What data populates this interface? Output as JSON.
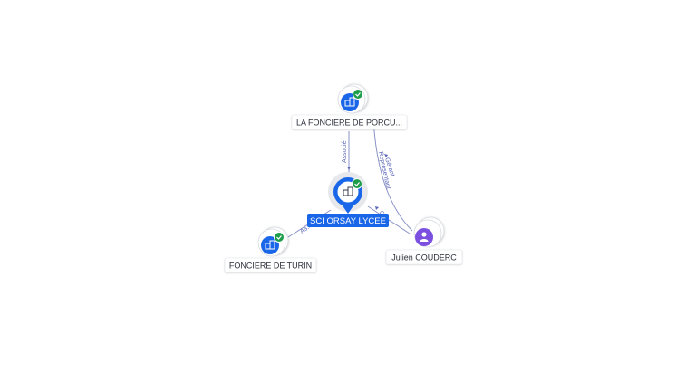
{
  "nodes": {
    "main": {
      "label": "SCI ORSAY LYCEE",
      "icon": "company-icon",
      "status_icon": "verified-check-icon",
      "color": "#1a66e8"
    },
    "porcu": {
      "label": "LA FONCIERE DE PORCU...",
      "icon": "company-icon",
      "status_icon": "verified-check-icon",
      "color": "#1a66e8"
    },
    "turin": {
      "label": "FONCIERE DE TURIN",
      "icon": "company-icon",
      "status_icon": "verified-check-icon",
      "color": "#1a66e8"
    },
    "couderc": {
      "label": "Julien COUDERC",
      "icon": "person-icon",
      "color": "#7b4fe0"
    }
  },
  "edges": {
    "porcu_main": {
      "label": "Associé"
    },
    "couderc_porcu": {
      "label": "Gérant"
    },
    "couderc_porcu_2": {
      "label": "Représentant"
    },
    "turin_main": {
      "label": "As..."
    },
    "couderc_main": {
      "label": "Gé..."
    }
  },
  "colors": {
    "edge": "#8a93c8",
    "check": "#1e9e4a",
    "accent": "#1a66e8"
  }
}
